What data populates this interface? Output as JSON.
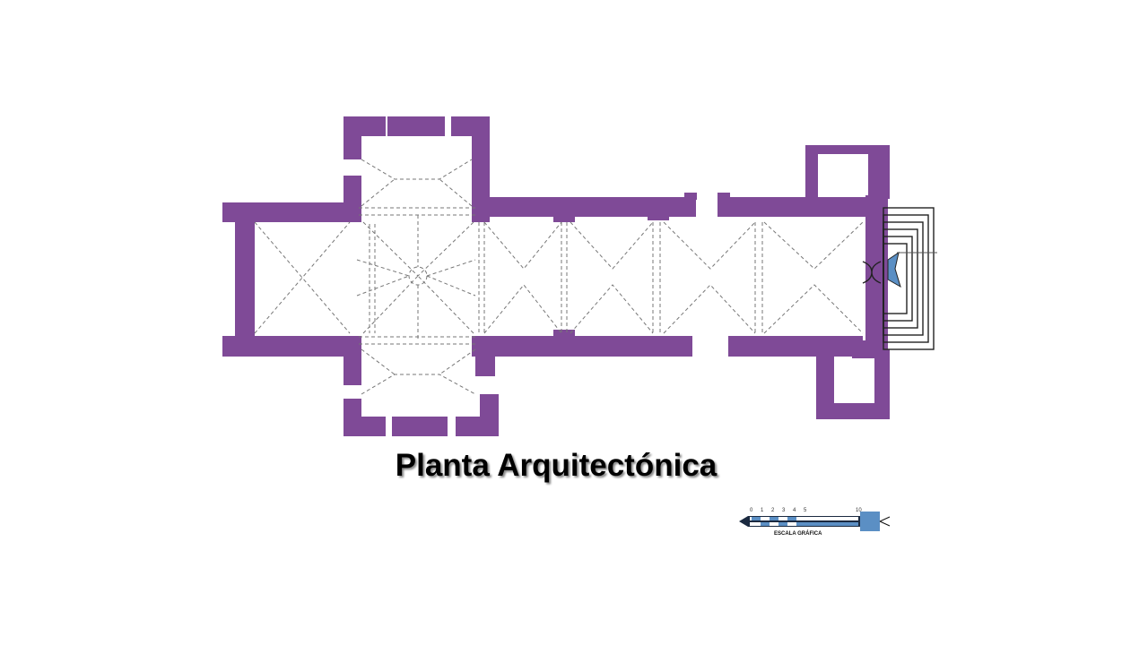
{
  "title": "Planta Arquitectónica",
  "scale": {
    "label": "ESCALA GRÁFICA",
    "ticks": [
      "0",
      "1",
      "2",
      "3",
      "4",
      "5",
      "10"
    ]
  },
  "colors": {
    "walls": "#7f4a97",
    "altar": "#5b8fc4"
  }
}
